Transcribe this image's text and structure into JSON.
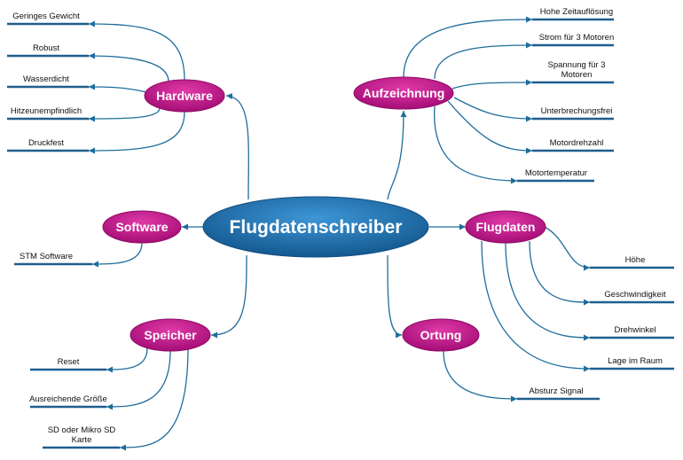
{
  "center": {
    "label": "Flugdatenschreiber"
  },
  "branches": {
    "hardware": {
      "label": "Hardware",
      "leaves": [
        "Geringes Gewicht",
        "Robust",
        "Wasserdicht",
        "Hitzeunempfindlich",
        "Druckfest"
      ]
    },
    "software": {
      "label": "Software",
      "leaves": [
        "STM Software"
      ]
    },
    "speicher": {
      "label": "Speicher",
      "leaves": [
        "Reset",
        "Ausreichende Größe",
        [
          "SD oder Mikro SD",
          "Karte"
        ]
      ]
    },
    "aufzeichnung": {
      "label": "Aufzeichnung",
      "leaves": [
        "Hohe Zeitauflösung",
        "Strom für 3 Motoren",
        [
          "Spannung für 3",
          "Motoren"
        ],
        "Unterbrechungsfrei",
        "Motordrehzahl",
        "Motortemperatur"
      ]
    },
    "flugdaten": {
      "label": "Flugdaten",
      "leaves": [
        "Höhe",
        "Geschwindigkeit",
        "Drehwinkel",
        "Lage im Raum"
      ]
    },
    "ortung": {
      "label": "Ortung",
      "leaves": [
        "Absturz Signal"
      ]
    }
  },
  "colors": {
    "center_fill": "#1f74b8",
    "branch_fill": "#c4168f",
    "connector": "#1f6d9c",
    "underline": "#1f5e8e"
  }
}
